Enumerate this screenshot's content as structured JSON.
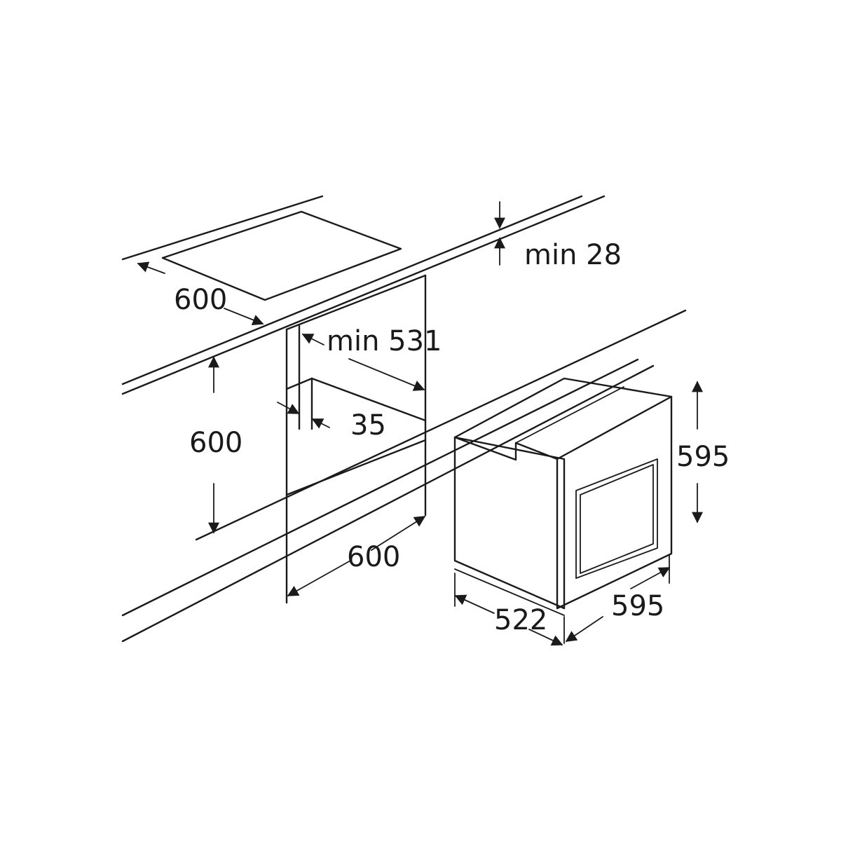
{
  "labels": {
    "worktop_depth": "600",
    "worktop_min": "min 28",
    "niche_min_width": "min 531",
    "back_gap": "35",
    "niche_height": "600",
    "niche_depth": "600",
    "oven_height": "595",
    "oven_width": "595",
    "oven_depth": "522"
  }
}
